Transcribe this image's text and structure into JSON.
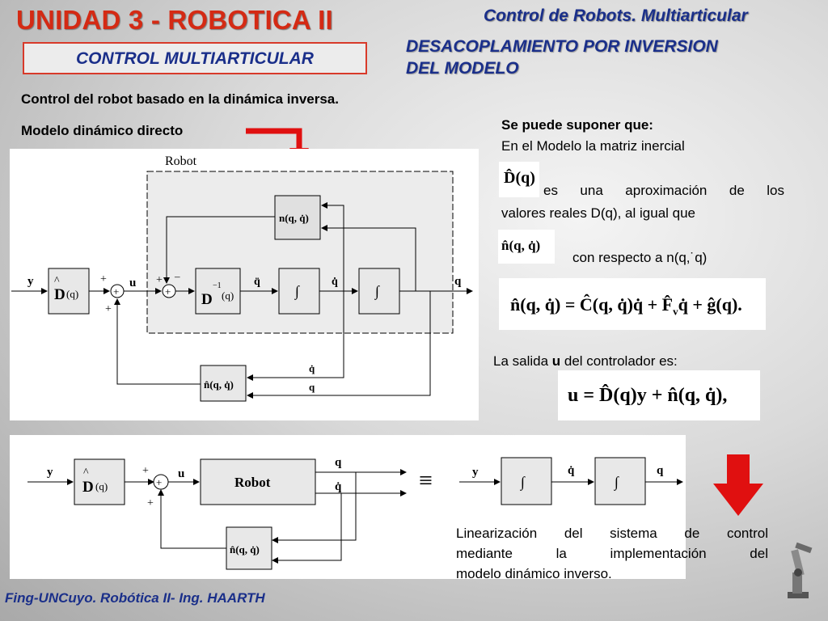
{
  "header": {
    "title": "UNIDAD 3 - ROBOTICA II",
    "subtitle": "CONTROL  MULTIARTICULAR",
    "right_title": "Control  de Robots. Multiarticular",
    "section_line1": "DESACOPLAMIENTO POR INVERSION",
    "section_line2": "DEL MODELO"
  },
  "left": {
    "intro": "Control del robot basado en la dinámica inversa.",
    "direct_model": "Modelo dinámico directo"
  },
  "right": {
    "suppose": "Se puede suponer que:",
    "line1": "En el Modelo la matriz inercial",
    "line2": "es una aproximación de los",
    "line3": "valores reales D(q), al igual que",
    "line4": "con respecto a  n(q,˙q)",
    "output_pre": "La salida ",
    "output_u": "u",
    "output_post": " del controlador es:",
    "lin1": "Linearización del sistema de control",
    "lin2": "mediante la implementación del",
    "lin3": "modelo dinámico inverso."
  },
  "diagram1": {
    "robot_label": "Robot",
    "y": "y",
    "u": "u",
    "plus": "+",
    "minus": "–",
    "q": "q",
    "qdot": "q̇",
    "qddot": "q̈",
    "D": "D",
    "q_arg": "(q)",
    "Dinv_sup": "−1",
    "n_block": "n(q, q̇)",
    "nhat_block": "n̂(q, q̇)",
    "integral": "∫"
  },
  "diagram2": {
    "y": "y",
    "u": "u",
    "plus": "+",
    "robot": "Robot",
    "q": "q",
    "qdot": "q̇",
    "D": "D",
    "q_arg": "(q)",
    "nhat_block": "n̂(q, q̇)",
    "equiv": "≡",
    "integral": "∫"
  },
  "formulas": {
    "small_D": "D̂(q)",
    "small_n": "n̂(q, q̇)",
    "eq_n_left": "n̂(q, q̇) = Ĉ(q, q̇)q̇ + F̂",
    "eq_n_sub": "v",
    "eq_n_right": "q̇ + ĝ(q).",
    "eq_u": "u = D̂(q)y + n̂(q, q̇),"
  },
  "footer": "Fing-UNCuyo. Robótica II- Ing.  HAARTH",
  "colors": {
    "title": "#d42a14",
    "heading": "#1a2f8a",
    "arrow": "#e01010"
  }
}
